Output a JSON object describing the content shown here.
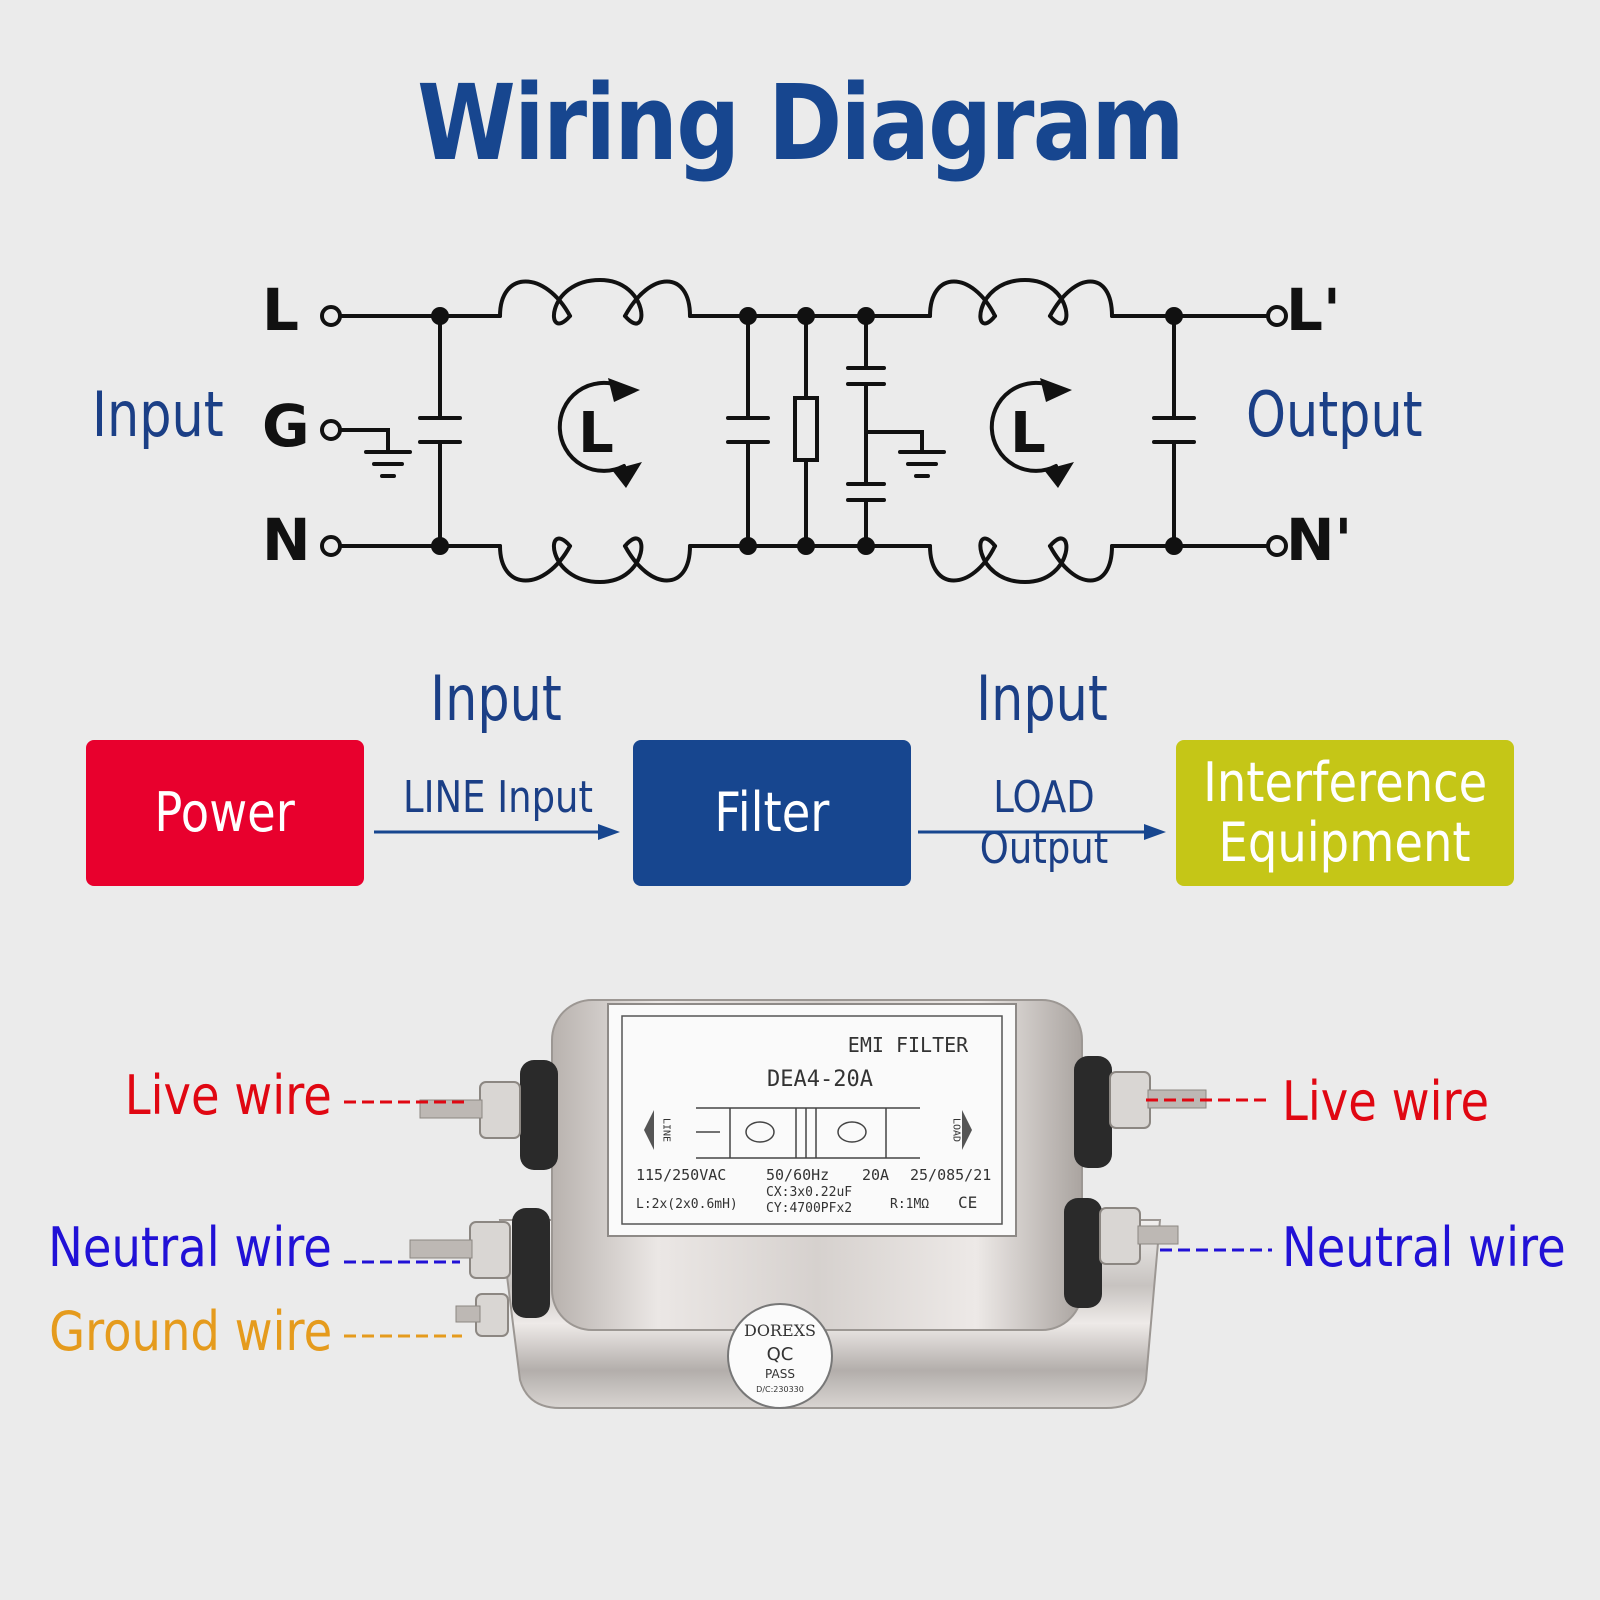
{
  "title": "Wiring Diagram",
  "schematic": {
    "input_label": "Input",
    "output_label": "Output",
    "terminals_in": [
      "L",
      "G",
      "N"
    ],
    "terminals_out": [
      "L'",
      "N'"
    ],
    "inductor_symbol": "L"
  },
  "flow": {
    "input_top_1": "Input",
    "input_top_2": "Input",
    "power_label": "Power",
    "filter_label": "Filter",
    "equipment_line1": "Interference",
    "equipment_line2": "Equipment",
    "line_input_label": "LINE Input",
    "load_output_label": "LOAD Output",
    "colors": {
      "power": "#e8002d",
      "filter": "#17468f",
      "equipment": "#c5c617",
      "arrow": "#17468f"
    }
  },
  "device": {
    "plate_title": "EMI  FILTER",
    "model": "DEA4-20A",
    "voltage": "115/250VAC",
    "frequency": "50/60Hz",
    "current": "20A",
    "climatic": "25/085/21",
    "inductance": "L:2x(2x0.6mH)",
    "cx": "CX:3x0.22uF",
    "cy": "CY:4700PFx2",
    "resistor": "R:1MΩ",
    "ce": "CE",
    "line_text": "LINE",
    "load_text": "LOAD",
    "seal_brand": "DOREXS",
    "seal_qc": "QC",
    "seal_pass": "PASS",
    "seal_code": "D/C:230330"
  },
  "wires": {
    "left_live": "Live wire",
    "left_neutral": "Neutral wire",
    "left_ground": "Ground wire",
    "right_live": "Live wire",
    "right_neutral": "Neutral wire"
  }
}
